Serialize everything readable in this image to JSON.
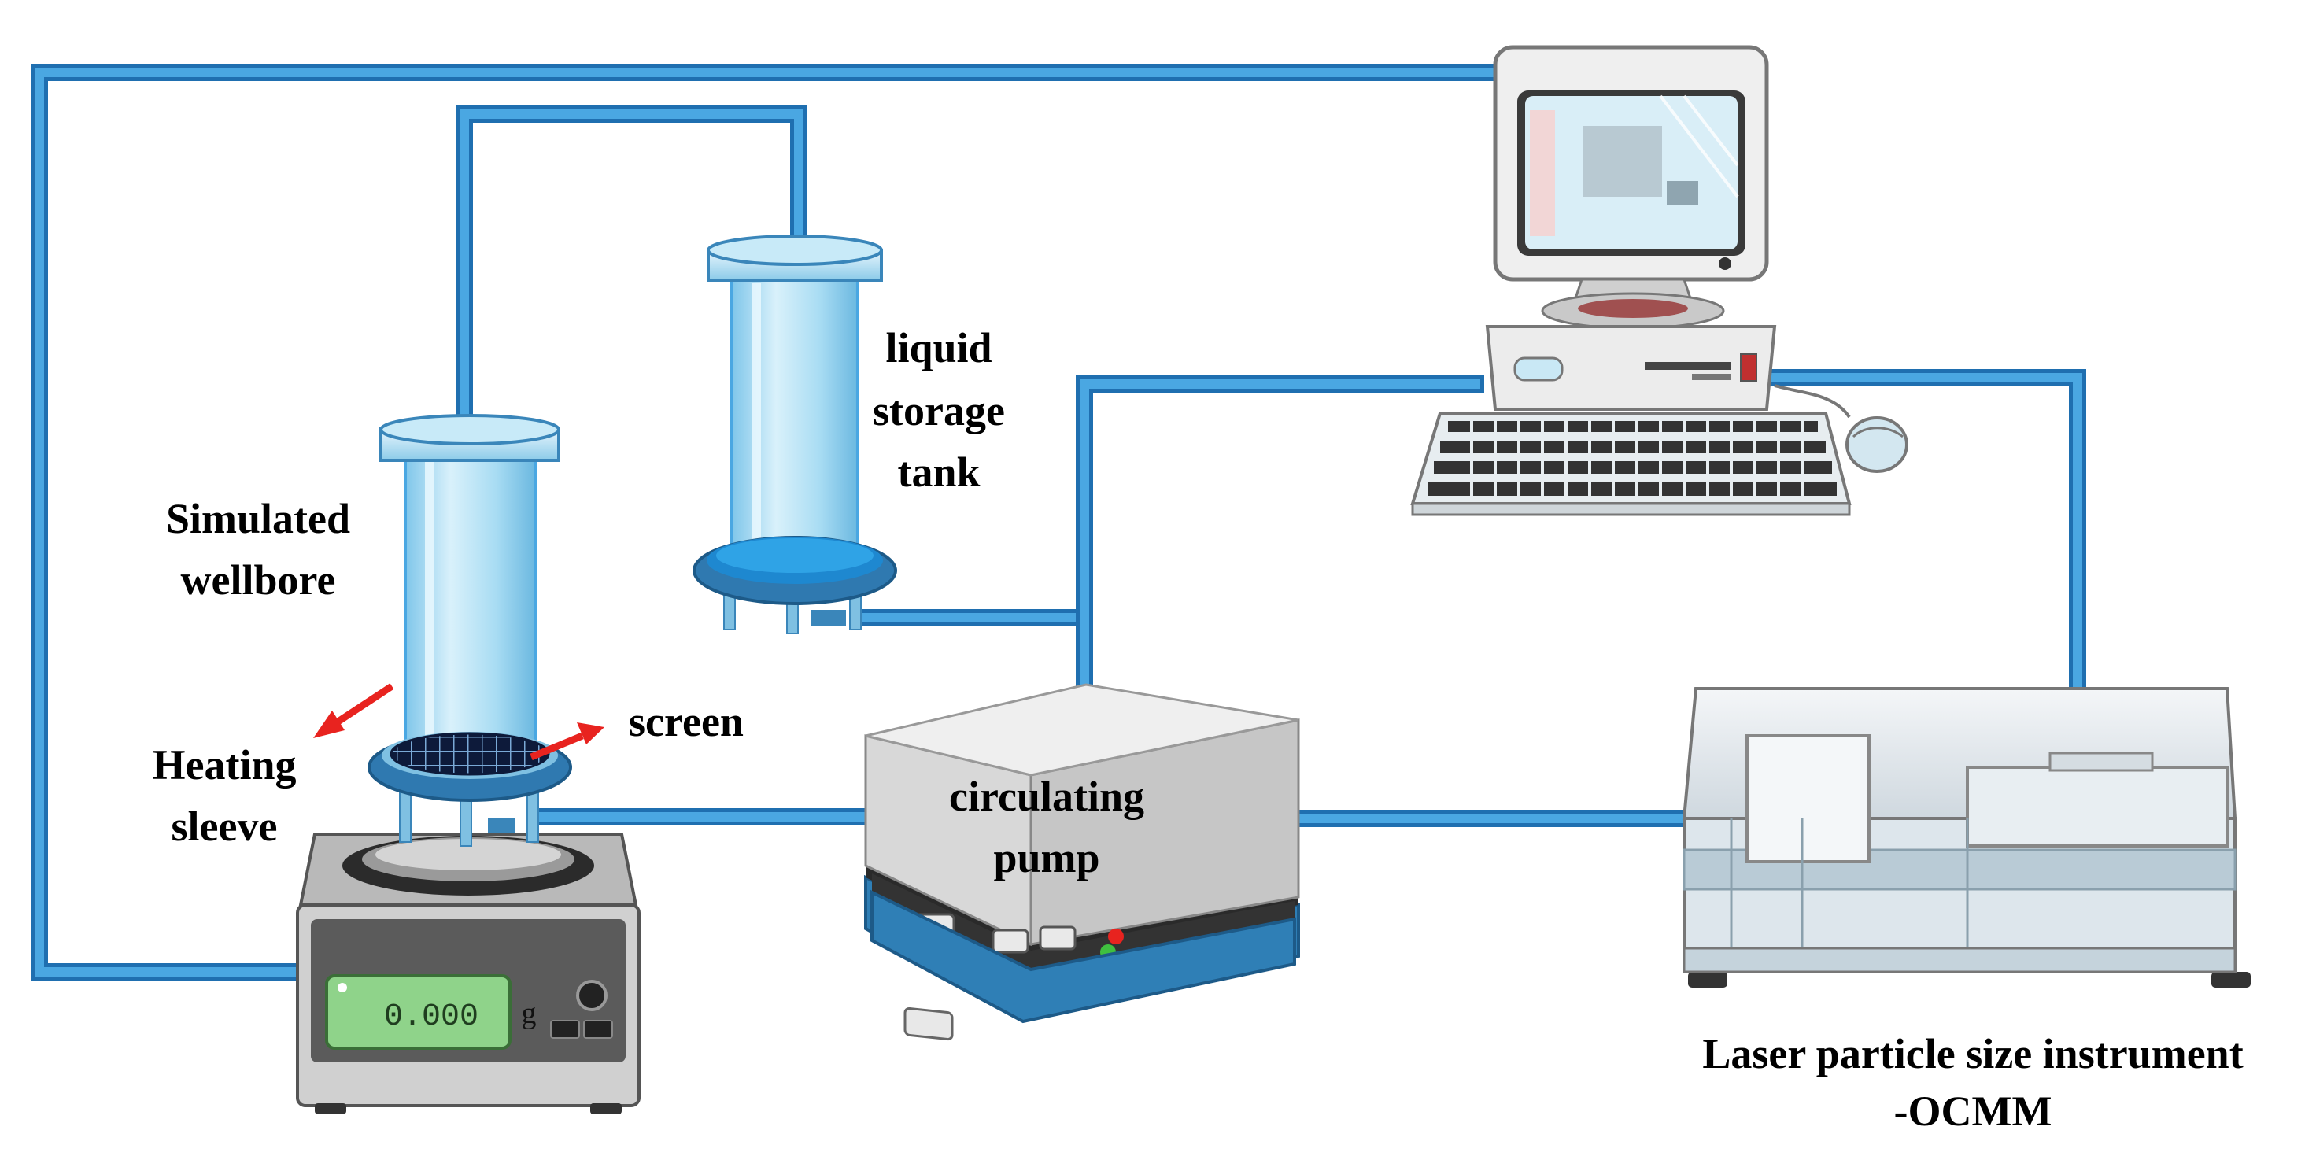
{
  "labels": {
    "simulated_wellbore_line1": "Simulated",
    "simulated_wellbore_line2": "wellbore",
    "heating_sleeve_line1": "Heating",
    "heating_sleeve_line2": "sleeve",
    "screen": "screen",
    "liquid_storage_tank_line1": "liquid",
    "liquid_storage_tank_line2": "storage",
    "liquid_storage_tank_line3": "tank",
    "circulating_pump_line1": "circulating",
    "circulating_pump_line2": "pump",
    "laser_instrument_line1": "Laser particle size instrument",
    "laser_instrument_line2": "-OCMM"
  },
  "balance": {
    "display_value": "0.000",
    "unit": "g"
  },
  "colors": {
    "pipe": "#3d9ad6",
    "pipe_dark": "#1f6fb0",
    "glass": "#a8dcf3",
    "arrow": "#e8231f",
    "pump_top": "#eeeeee",
    "pump_front": "#d8d8d8",
    "pump_base": "#2f7fb6",
    "lcd": "#8fd38a"
  },
  "icons": [
    "computer-icon",
    "keyboard-icon",
    "mouse-icon",
    "balance-icon",
    "pump-icon",
    "laser-instrument-icon",
    "tank-icon"
  ]
}
